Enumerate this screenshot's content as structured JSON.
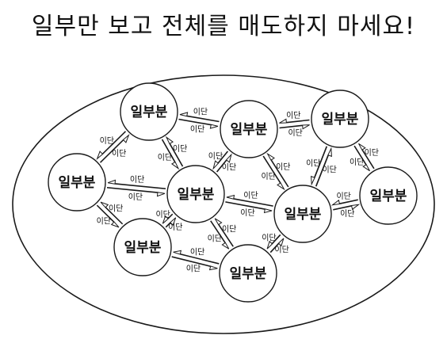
{
  "title": "일부만 보고 전체를 매도하지 마세요!",
  "node_label": "일부분",
  "edge_label": "이단",
  "colors": {
    "ink": "#1a1a1a",
    "node_fill": "#ffffff",
    "arrow_fill": "#ffffff"
  },
  "nodes": [
    {
      "id": "n1",
      "label": "일부분"
    },
    {
      "id": "n2",
      "label": "일부분"
    },
    {
      "id": "n3",
      "label": "일부분"
    },
    {
      "id": "n4",
      "label": "일부분"
    },
    {
      "id": "n5",
      "label": "일부분"
    },
    {
      "id": "n6",
      "label": "일부분"
    },
    {
      "id": "n7",
      "label": "일부분"
    },
    {
      "id": "n8",
      "label": "일부분"
    },
    {
      "id": "n9",
      "label": "일부분"
    }
  ],
  "edges": [
    {
      "from": "n1",
      "to": "n2",
      "labels": [
        "이단",
        "이단"
      ]
    },
    {
      "from": "n2",
      "to": "n3",
      "labels": [
        "이단",
        "이단"
      ]
    },
    {
      "from": "n1",
      "to": "n4",
      "labels": [
        "이단",
        "이단"
      ]
    },
    {
      "from": "n1",
      "to": "n5",
      "labels": [
        "이단",
        "이단"
      ]
    },
    {
      "from": "n2",
      "to": "n5",
      "labels": [
        "이단",
        "이단"
      ]
    },
    {
      "from": "n2",
      "to": "n6",
      "labels": [
        "이단",
        "이단"
      ]
    },
    {
      "from": "n3",
      "to": "n6",
      "labels": [
        "이단",
        "이단"
      ]
    },
    {
      "from": "n3",
      "to": "n7",
      "labels": [
        "이단",
        "이단"
      ]
    },
    {
      "from": "n4",
      "to": "n5",
      "labels": [
        "이단",
        "이단"
      ]
    },
    {
      "from": "n5",
      "to": "n6",
      "labels": [
        "이단",
        "이단"
      ]
    },
    {
      "from": "n6",
      "to": "n7",
      "labels": [
        "이단",
        "이단"
      ]
    },
    {
      "from": "n4",
      "to": "n8",
      "labels": [
        "이단",
        "이단"
      ]
    },
    {
      "from": "n5",
      "to": "n8",
      "labels": [
        "이단",
        "이단"
      ]
    },
    {
      "from": "n5",
      "to": "n9",
      "labels": [
        "이단",
        "이단"
      ]
    },
    {
      "from": "n8",
      "to": "n9",
      "labels": [
        "이단",
        "이단"
      ]
    },
    {
      "from": "n6",
      "to": "n9",
      "labels": [
        "이단",
        "이단"
      ]
    }
  ]
}
